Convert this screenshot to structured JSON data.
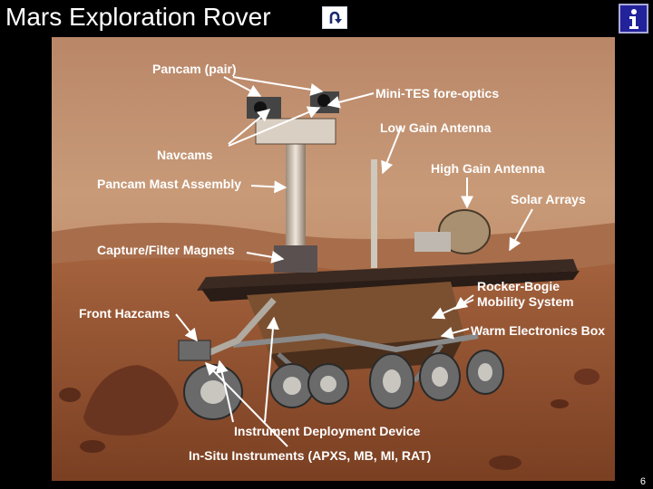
{
  "title": "Mars Exploration Rover",
  "page_number": "6",
  "icons": {
    "back": "u-turn-arrow-icon",
    "info": "info-icon"
  },
  "colors": {
    "background": "#000000",
    "info_button": "#22229a",
    "label_text": "#ffffff"
  },
  "labels": {
    "pancam_pair": "Pancam (pair)",
    "mini_tes": "Mini-TES fore-optics",
    "low_gain_antenna": "Low Gain Antenna",
    "navcams": "Navcams",
    "high_gain_antenna": "High Gain Antenna",
    "pancam_mast_assembly": "Pancam Mast Assembly",
    "solar_arrays": "Solar Arrays",
    "capture_filter_magnets": "Capture/Filter Magnets",
    "rocker_bogie_1": "Rocker-Bogie",
    "rocker_bogie_2": "Mobility System",
    "front_hazcams": "Front Hazcams",
    "warm_electronics_box": "Warm Electronics Box",
    "instrument_deployment_device": "Instrument Deployment Device",
    "in_situ_instruments": "In-Situ Instruments (APXS, MB, MI, RAT)"
  }
}
